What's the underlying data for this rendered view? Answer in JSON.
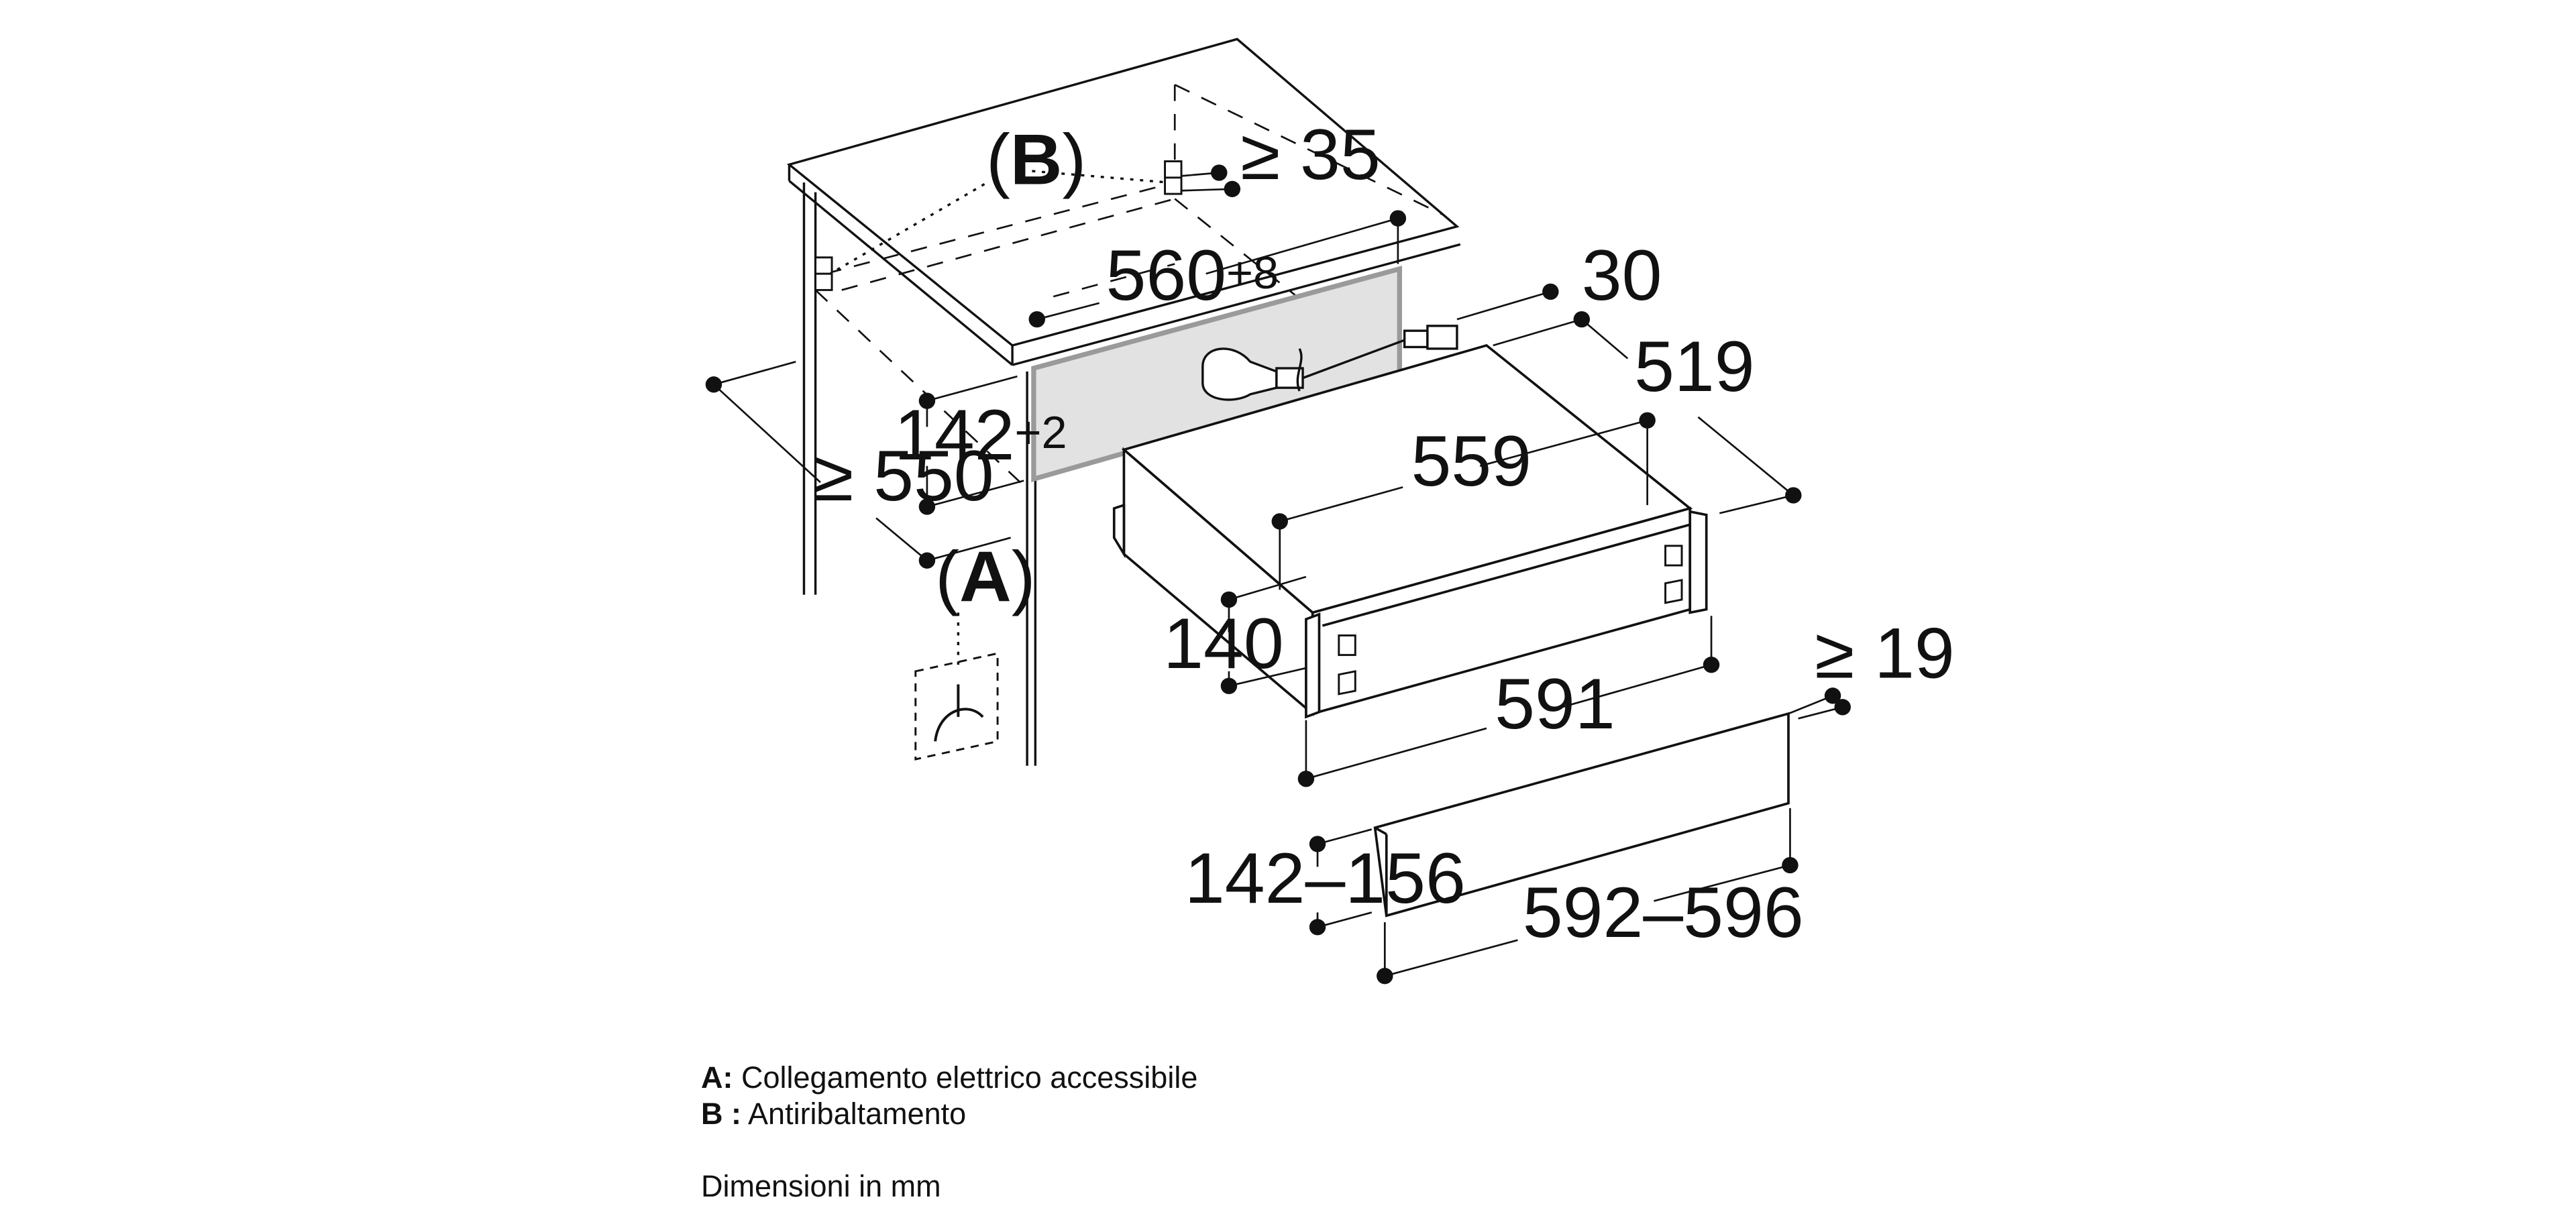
{
  "dimensions": {
    "depth_clearance": "≥ 550",
    "cabinet_width": "560",
    "cabinet_width_tol": "+8",
    "niche_height": "142",
    "niche_height_tol": "+2",
    "top_clearance": "≥ 35",
    "side_offset": "30",
    "unit_depth": "519",
    "unit_inner_width": "559",
    "unit_height": "140",
    "unit_width": "591",
    "front_gap": "≥ 19",
    "panel_height": "142–156",
    "panel_width": "592–596"
  },
  "markers": {
    "a": "A",
    "b": "B"
  },
  "legend": {
    "a_key": "A:",
    "a_text": "Collegamento elettrico accessibile",
    "b_key": "B :",
    "b_text": "Antiribaltamento",
    "units_note": "Dimensioni in mm"
  },
  "colors": {
    "line": "#111111",
    "niche_fill": "#e2e2e2",
    "niche_stroke": "#9a9a9a"
  }
}
